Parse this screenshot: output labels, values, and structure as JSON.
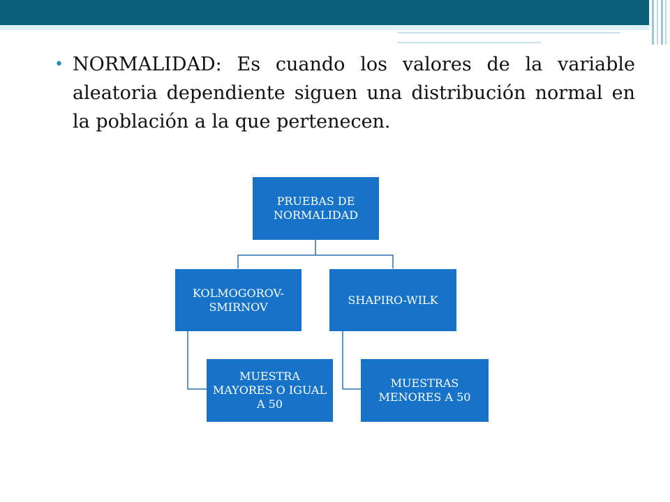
{
  "slide": {
    "bullet": {
      "text": "NORMALIDAD: Es cuando los valores de la variable aleatoria dependiente siguen una distribución normal en la población a la que pertenecen."
    }
  },
  "diagram": {
    "root": "PRUEBAS DE NORMALIDAD",
    "left_branch": "KOLMOGOROV-SMIRNOV",
    "right_branch": "SHAPIRO-WILK",
    "left_child": "MUESTRA MAYORES  O IGUAL  A 50",
    "right_child": "MUESTRAS MENORES A 50"
  },
  "colors": {
    "header_band": "#0b5f78",
    "box_fill": "#1773c7",
    "box_text": "#ffffff",
    "bullet": "#1c8fb0"
  }
}
